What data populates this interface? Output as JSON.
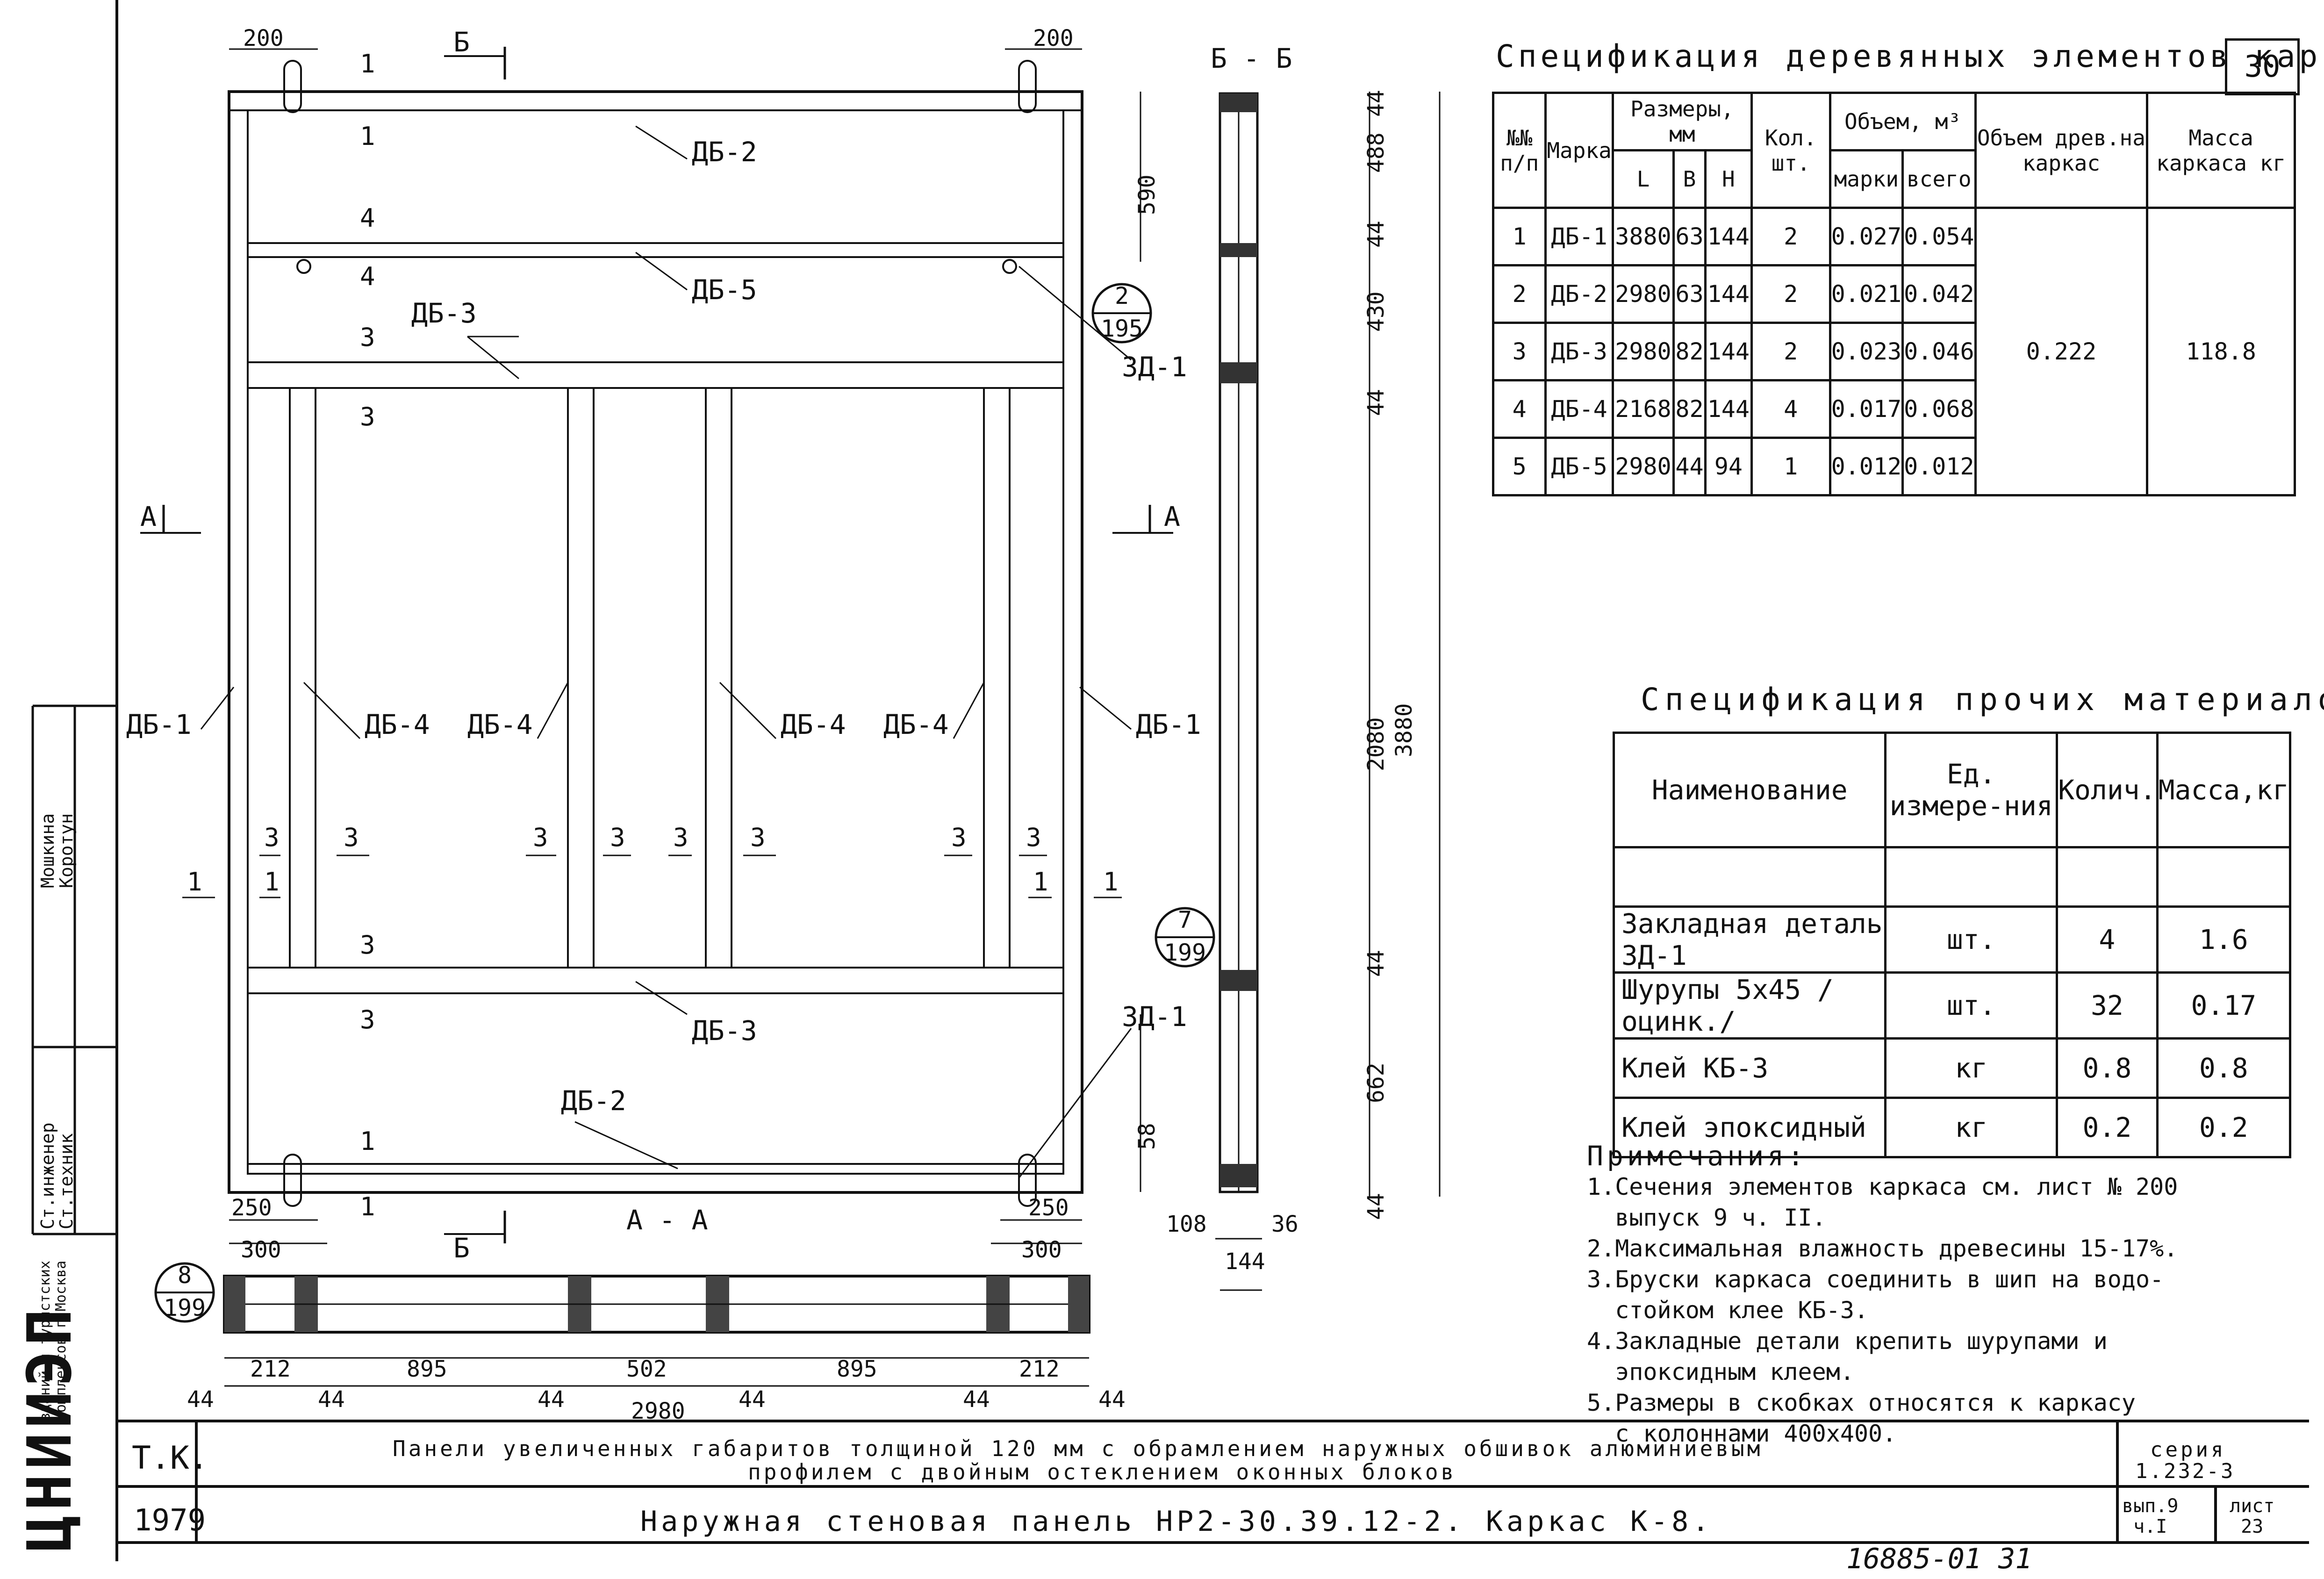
{
  "sheet_number": "30",
  "spec_wood": {
    "title": "Спецификация деревянных элементов каркаса",
    "headers": {
      "num": "№№ п/п",
      "mark": "Марка",
      "sizes": "Размеры, мм",
      "L": "L",
      "B": "B",
      "H": "H",
      "qty": "Кол. шт.",
      "volume": "Объем, м³",
      "vol_mark": "марки",
      "vol_total": "всего",
      "vol_frame": "Объем древ.на каркас",
      "mass": "Масса каркаса кг"
    },
    "rows": [
      {
        "n": "1",
        "mark": "ДБ-1",
        "L": "3880",
        "B": "63",
        "H": "144",
        "qty": "2",
        "vm": "0.027",
        "vt": "0.054"
      },
      {
        "n": "2",
        "mark": "ДБ-2",
        "L": "2980",
        "B": "63",
        "H": "144",
        "qty": "2",
        "vm": "0.021",
        "vt": "0.042"
      },
      {
        "n": "3",
        "mark": "ДБ-3",
        "L": "2980",
        "B": "82",
        "H": "144",
        "qty": "2",
        "vm": "0.023",
        "vt": "0.046"
      },
      {
        "n": "4",
        "mark": "ДБ-4",
        "L": "2168",
        "B": "82",
        "H": "144",
        "qty": "4",
        "vm": "0.017",
        "vt": "0.068"
      },
      {
        "n": "5",
        "mark": "ДБ-5",
        "L": "2980",
        "B": "44",
        "H": "94",
        "qty": "1",
        "vm": "0.012",
        "vt": "0.012"
      }
    ],
    "frame_volume": "0.222",
    "frame_mass": "118.8"
  },
  "spec_other": {
    "title": "Спецификация прочих материалов",
    "headers": {
      "name": "Наименование",
      "unit": "Ед. измере-ния",
      "qty": "Колич.",
      "mass": "Масса,кг"
    },
    "rows": [
      {
        "name": "Закладная деталь ЗД-1",
        "unit": "шт.",
        "qty": "4",
        "mass": "1.6"
      },
      {
        "name": "Шурупы 5х45 /оцинк./",
        "unit": "шт.",
        "qty": "32",
        "mass": "0.17"
      },
      {
        "name": "Клей КБ-3",
        "unit": "кг",
        "qty": "0.8",
        "mass": "0.8"
      },
      {
        "name": "Клей эпоксидный",
        "unit": "кг",
        "qty": "0.2",
        "mass": "0.2"
      }
    ]
  },
  "notes": {
    "title": "Примечания:",
    "items": [
      "1.Сечения элементов каркаса см. лист № 200\n  выпуск 9 ч. II.",
      "2.Максимальная влажность древесины 15-17%.",
      "3.Бруски каркаса соединить в шип на водо-\n  стойком клее КБ-3.",
      "4.Закладные детали крепить шурупами и\n  эпоксидным клеем.",
      "5.Размеры в скобках относятся к каркасу\n  с колоннами 400х400."
    ]
  },
  "title_block": {
    "code": "Т.К.",
    "year": "1979",
    "line1": "Панели увеличенных габаритов толщиной 120 мм с обрамлением наружных обшивок алюминиевым",
    "line2": "профилем с двойным остеклением оконных блоков",
    "line3": "Наружная стеновая панель НР2-30.39.12-2. Каркас К-8.",
    "series_label": "серия",
    "series_value": "1.232-3",
    "issue": "вып.9\nч.I",
    "sheet_label": "лист",
    "sheet_value": "23",
    "org": "ЦНИИЭП",
    "org_sub": "зданий и туристских комплексов г.Москва",
    "roles": [
      "Ст.инженер",
      "Ст.техник"
    ],
    "people": [
      "Мошкина",
      "Коротун"
    ]
  },
  "stamp": "16885-01   31",
  "drawing": {
    "labels": {
      "db1": "ДБ-1",
      "db2": "ДБ-2",
      "db3": "ДБ-3",
      "db4": "ДБ-4",
      "db5": "ДБ-5",
      "zd1": "ЗД-1",
      "sec_a": "А",
      "sec_b": "Б",
      "sec_bb": "Б - Б",
      "sec_aa": "А - А",
      "n1": "1",
      "n3": "3",
      "n4": "4"
    },
    "dims": {
      "d200": "200",
      "d250": "250",
      "d300": "300",
      "d212": "212",
      "d895": "895",
      "d502": "502",
      "d44": "44",
      "d2980": "2980",
      "d590": "590",
      "d488": "488",
      "d430": "430",
      "d2080": "2080",
      "d3880": "3880",
      "d662": "662",
      "d58": "58",
      "d108": "108",
      "d36": "36",
      "d144": "144"
    },
    "callouts": [
      {
        "top": "2",
        "bot": "195"
      },
      {
        "top": "7",
        "bot": "199"
      },
      {
        "top": "8",
        "bot": "199"
      }
    ]
  }
}
